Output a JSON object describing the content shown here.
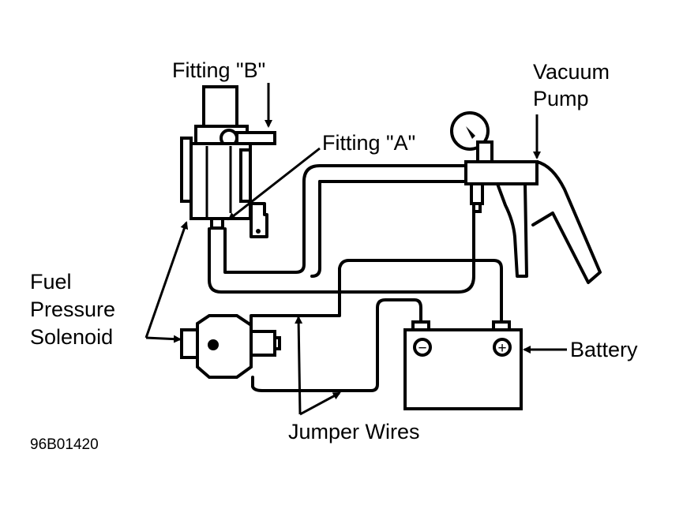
{
  "labels": {
    "fitting_b": "Fitting \"B\"",
    "fitting_a": "Fitting \"A\"",
    "vacuum_pump_line1": "Vacuum",
    "vacuum_pump_line2": "Pump",
    "fuel_line1": "Fuel",
    "fuel_line2": "Pressure",
    "fuel_line3": "Solenoid",
    "battery": "Battery",
    "jumper_wires": "Jumper Wires",
    "figure_code": "96B01420",
    "battery_negative": "−",
    "battery_positive": "+"
  }
}
